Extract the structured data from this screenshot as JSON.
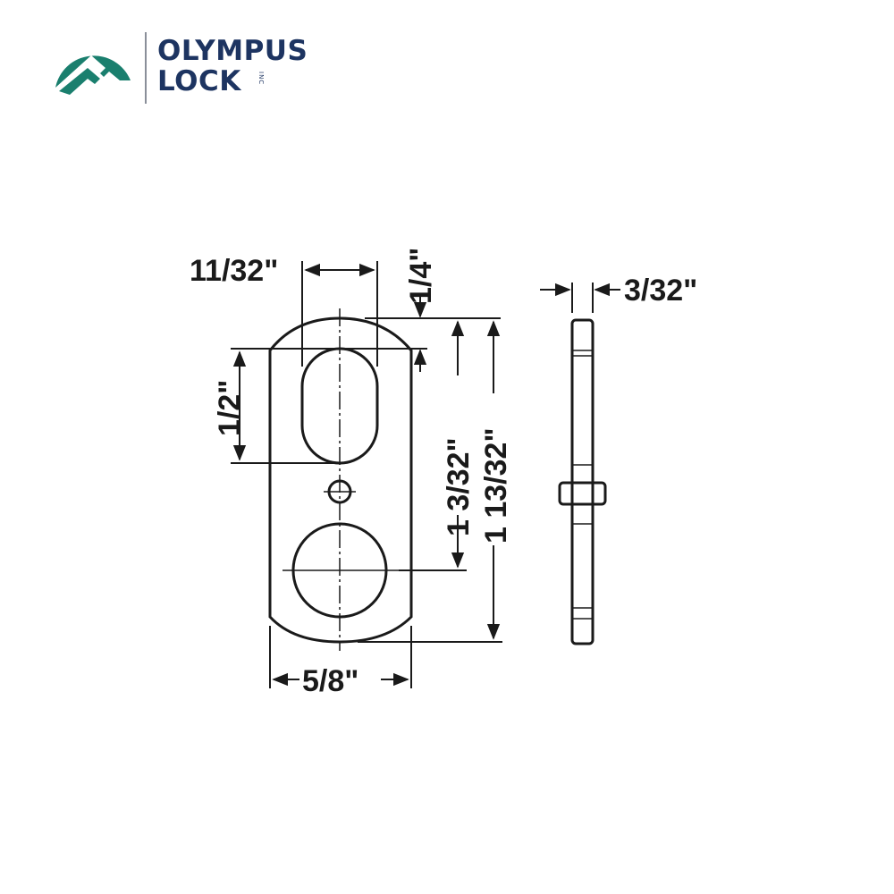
{
  "brand": {
    "name_line1": "OLYMPUS",
    "name_line2": "LOCK",
    "suffix": "INC",
    "colors": {
      "mark": "#1a7f6e",
      "text": "#1d3461",
      "divider": "#8a8f99"
    }
  },
  "diagram": {
    "type": "technical-drawing",
    "subject": "cam lock plate / tailpiece dimensions",
    "line_color": "#1a1a1a",
    "dimensions": {
      "slot_width": "11/32\"",
      "top_offset": "1/4\"",
      "slot_length": "1/2\"",
      "hole_center_distance": "1 3/32\"",
      "overall_length": "1 13/32\"",
      "overall_width": "5/8\"",
      "thickness": "3/32\""
    }
  }
}
